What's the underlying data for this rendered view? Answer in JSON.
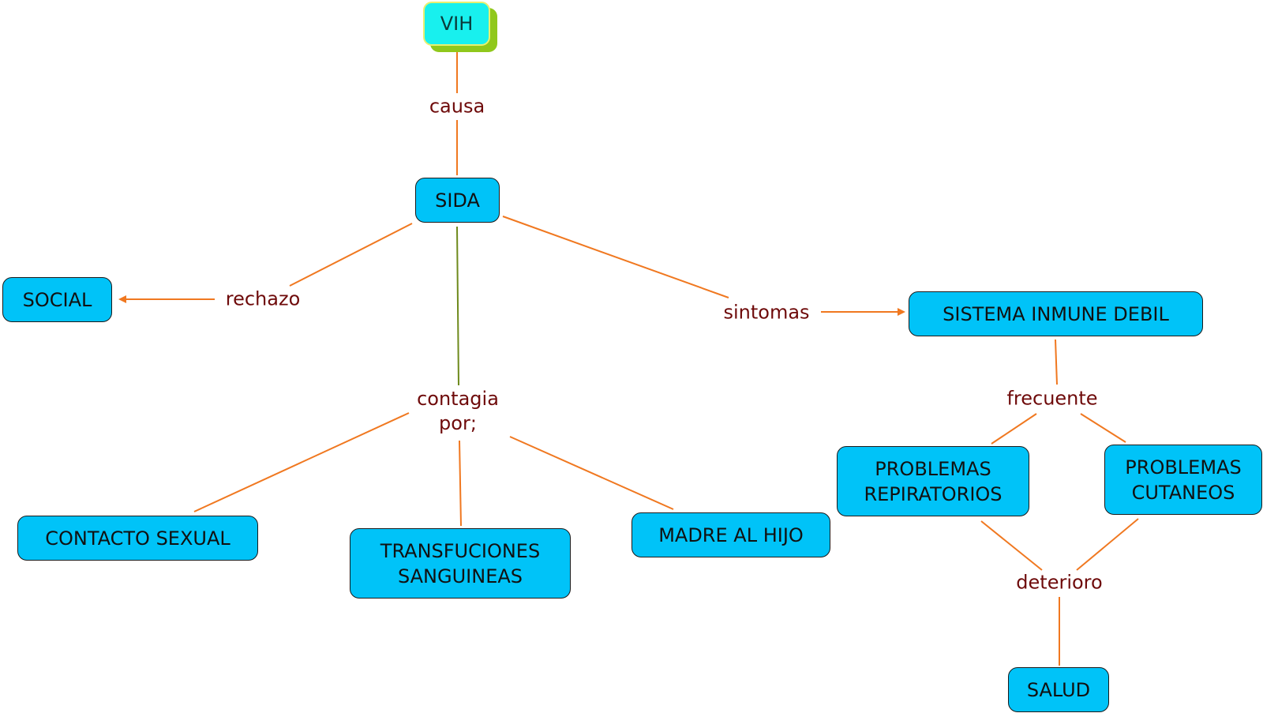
{
  "concept_map": {
    "root": {
      "label": "VIH"
    },
    "nodes": {
      "sida": "SIDA",
      "social": "SOCIAL",
      "sistema": "SISTEMA INMUNE DEBIL",
      "contacto": "CONTACTO SEXUAL",
      "transfuciones": "TRANSFUCIONES\nSANGUINEAS",
      "madre": "MADRE AL HIJO",
      "respiratorios": "PROBLEMAS\nREPIRATORIOS",
      "cutaneos": "PROBLEMAS\nCUTANEOS",
      "salud": "SALUD"
    },
    "links": {
      "causa": "causa",
      "rechazo": "rechazo",
      "sintomas": "sintomas",
      "contagia": "contagia\npor;",
      "frecuente": "frecuente",
      "deterioro": "deterioro"
    },
    "colors": {
      "node_fill": "#00c3f8",
      "root_fill": "#18f0ee",
      "root_shadow": "#90c81c",
      "line": "#f07820",
      "line_green": "#6e8a1c",
      "link_text": "#6e0a0a"
    }
  }
}
